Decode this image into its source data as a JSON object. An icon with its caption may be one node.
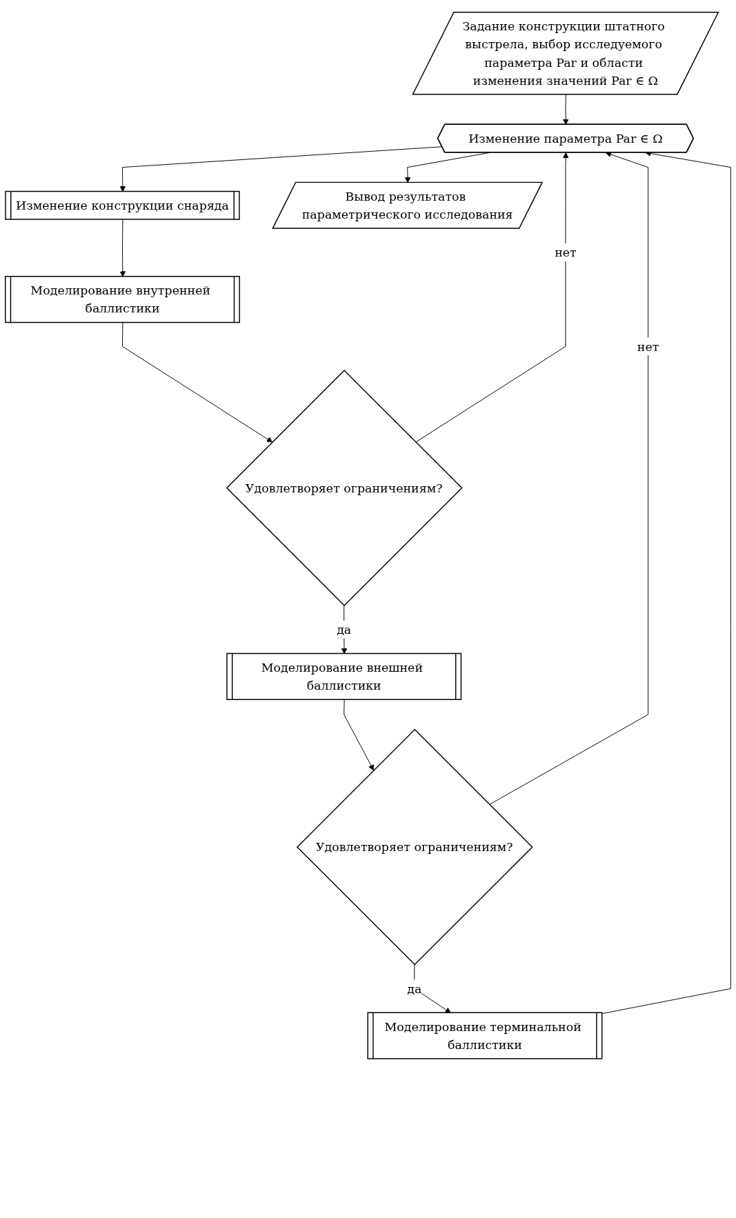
{
  "diagram": {
    "nodes": [
      {
        "text": [
          "Задание конструкции штатного выстрела, выбор исследуемого параметра Par и области изменения значений Par ∈ Ω"
        ]
      },
      {
        "text": [
          "Изменение параметра Par ∈ Ω"
        ]
      },
      {
        "text": [
          "Изменение конструкции снаряда"
        ]
      },
      {
        "text": [
          "Моделирование внутренней баллистики"
        ]
      },
      {
        "text": [
          "Удовлетворяет ограничениям?"
        ]
      },
      {
        "text": [
          "Моделирование внешней баллистики"
        ]
      },
      {
        "text": [
          "Удовлетворяет ограничениям?"
        ]
      },
      {
        "text": [
          "Моделирование терминальной баллистики"
        ]
      },
      {
        "text": [
          "Вывод результатов параметрического исследования"
        ]
      }
    ],
    "edges": [
      {
        "from": 0,
        "to": 1,
        "arrow": "to"
      },
      {
        "from": 1,
        "to": 2,
        "arrow": "to"
      },
      {
        "from": 2,
        "to": 3,
        "arrow": "to"
      },
      {
        "from": 3,
        "to": 4,
        "arrow": "to"
      },
      {
        "from": 4,
        "to": 5,
        "arrow": "to",
        "label": "да"
      },
      {
        "from": 4,
        "to": 1,
        "arrow": "to",
        "label": "нет"
      },
      {
        "from": 5,
        "to": 6,
        "arrow": "to"
      },
      {
        "from": 6,
        "to": 7,
        "arrow": "to",
        "label": "да"
      },
      {
        "from": 6,
        "to": 1,
        "arrow": "to",
        "label": "нет"
      },
      {
        "from": 7,
        "to": 1,
        "arrow": "to"
      },
      {
        "from": 1,
        "to": 8,
        "arrow": "to"
      }
    ]
  }
}
